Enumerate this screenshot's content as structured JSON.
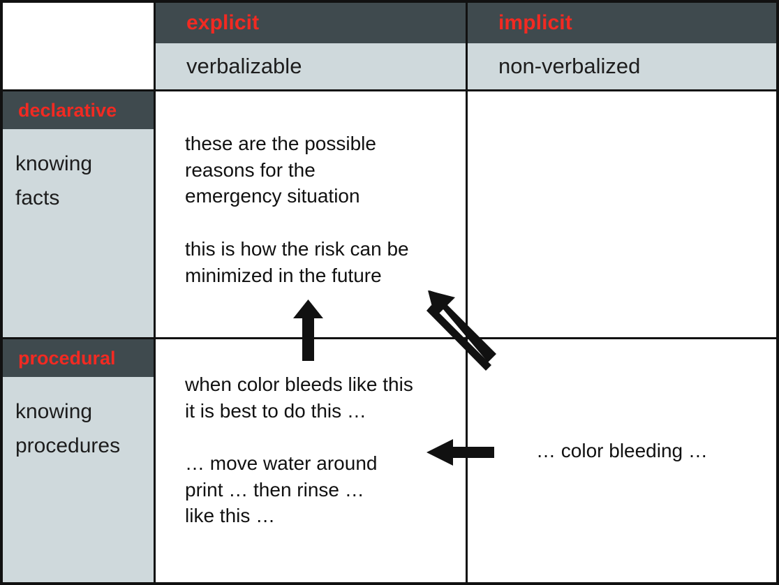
{
  "matrix": {
    "corner_label": "",
    "columns": [
      {
        "kicker": "explicit",
        "sub": "verbalizable"
      },
      {
        "kicker": "implicit",
        "sub": "non-verbalized"
      }
    ],
    "rows": [
      {
        "kicker": "declarative",
        "label_line1": "knowing",
        "label_line2": "facts"
      },
      {
        "kicker": "procedural",
        "label_line1": "knowing",
        "label_line2": "procedures"
      }
    ],
    "cells": {
      "declarative_explicit_1": "these are the possible\nreasons for the\nemergency situation",
      "declarative_explicit_2": "this is how the risk can be\nminimized in the future",
      "declarative_implicit": "",
      "procedural_explicit_1": "when color bleeds like this\nit is best to do this …",
      "procedural_explicit_2": "… move water around\nprint … then rinse …\nlike this …",
      "procedural_implicit": "… color bleeding …"
    },
    "arrows": [
      {
        "name": "arrow-up-procedural-to-declarative",
        "direction": "up"
      },
      {
        "name": "arrow-diagonal-implicit-to-declarative",
        "direction": "up-left"
      },
      {
        "name": "arrow-left-implicit-to-procedural",
        "direction": "left"
      }
    ],
    "colors": {
      "kicker_background": "#3f4a4e",
      "kicker_text": "#f22a22",
      "subheader_background": "#cfd9dc",
      "body_text": "#111111",
      "border": "#111111",
      "cell_background": "#ffffff"
    }
  }
}
